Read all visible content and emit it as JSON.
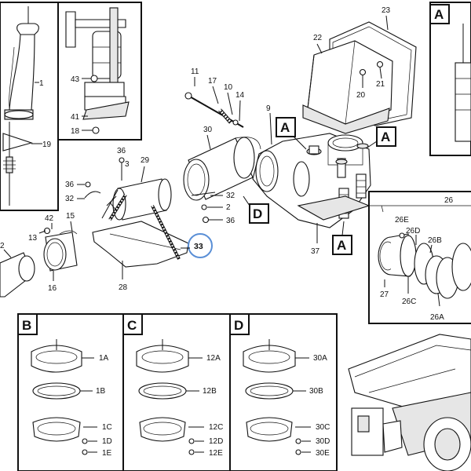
{
  "callouts": {
    "c1": "1",
    "c19": "19",
    "c43": "43",
    "c41": "41",
    "c18": "18",
    "c2a": "2",
    "c13": "13",
    "c42": "42",
    "c15": "15",
    "c16": "16",
    "c36a": "36",
    "c3": "3",
    "c29": "29",
    "c36b": "36",
    "c32a": "32",
    "c28": "28",
    "c33": "33",
    "c11": "11",
    "c17": "17",
    "c10": "10",
    "c14": "14",
    "c30": "30",
    "c9": "9",
    "c32b": "32",
    "c2b": "2",
    "c36c": "36",
    "c22": "22",
    "c23": "23",
    "c21": "21",
    "c20": "20",
    "c37": "37",
    "c26": "26",
    "c26E": "26E",
    "c26D": "26D",
    "c26B": "26B",
    "c27": "27",
    "c26C": "26C",
    "c26A": "26A",
    "c1A": "1A",
    "c1B": "1B",
    "c1C": "1C",
    "c1D": "1D",
    "c1E": "1E",
    "c12A": "12A",
    "c12B": "12B",
    "c12C": "12C",
    "c12D": "12D",
    "c12E": "12E",
    "c30A": "30A",
    "c30B": "30B",
    "c30C": "30C",
    "c30D": "30D",
    "c30E": "30E"
  },
  "view_markers": {
    "A_top_right": "A",
    "A_left": "A",
    "A_right": "A",
    "A_bottom": "A",
    "D_marker": "D"
  },
  "detail_panels": {
    "B": "B",
    "C": "C",
    "D": "D",
    "A": "A"
  },
  "highlight": {
    "part": "33",
    "color": "#5a8fd6"
  }
}
